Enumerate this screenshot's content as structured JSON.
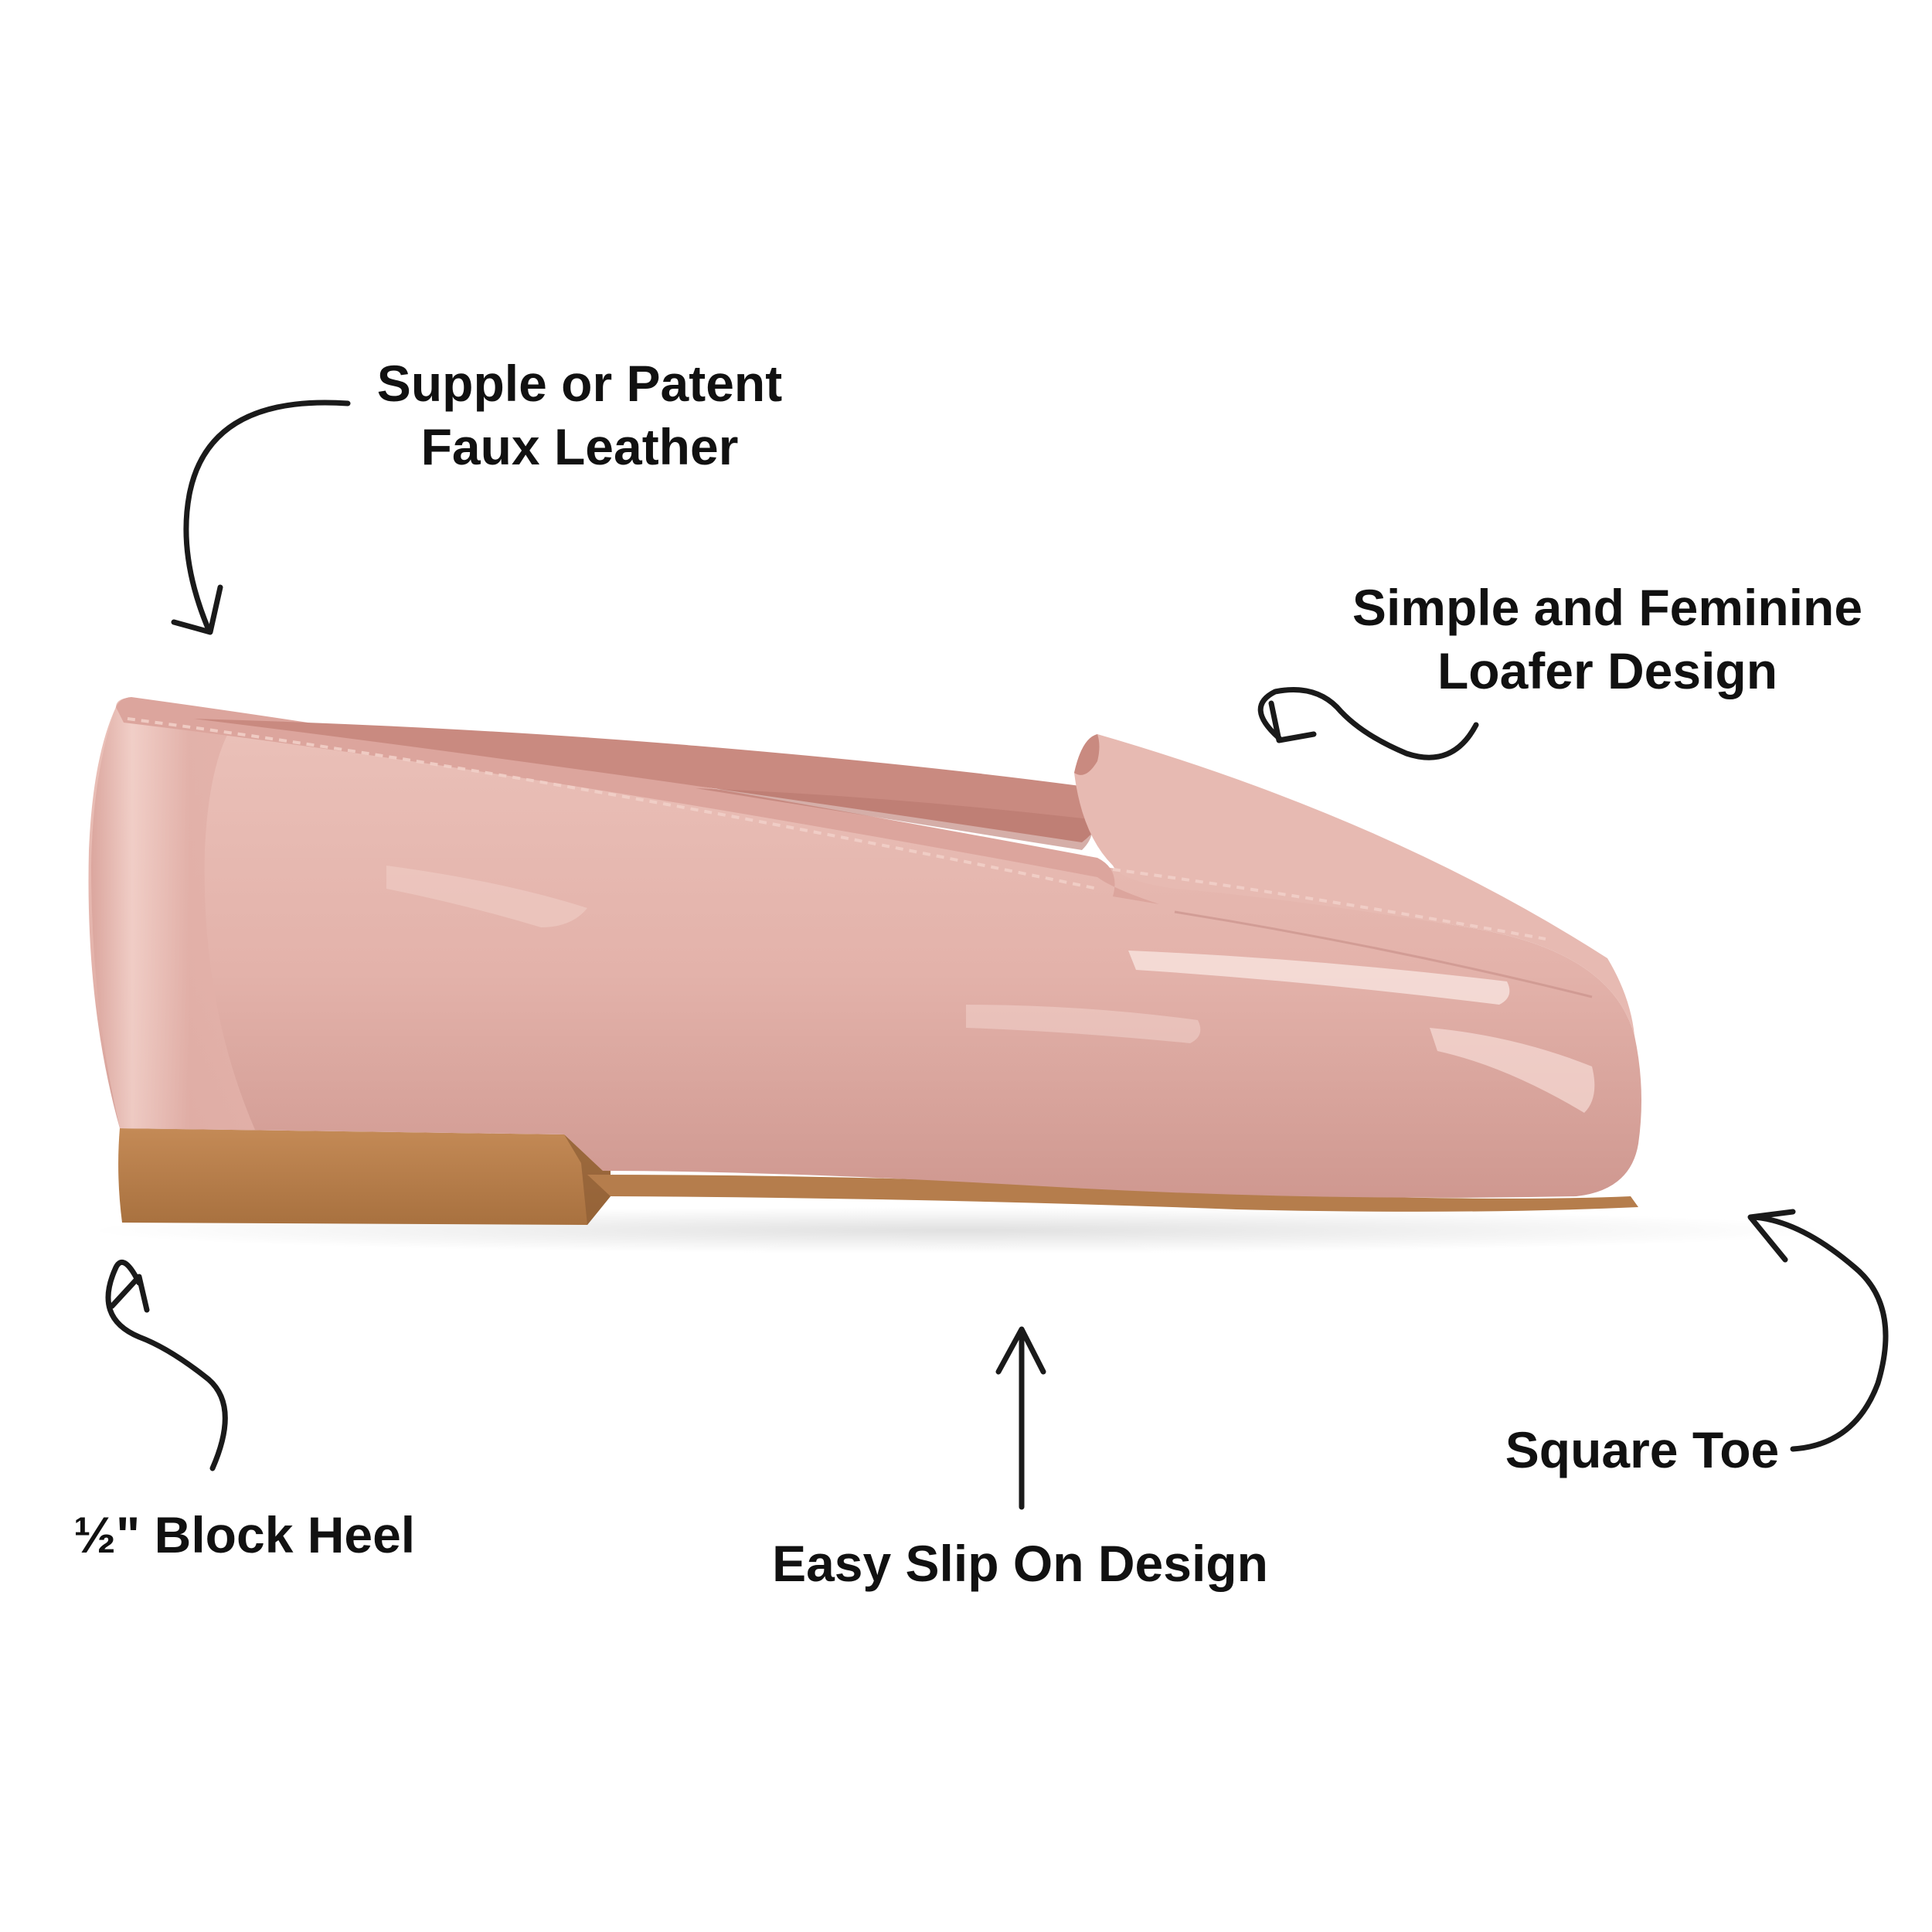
{
  "colors": {
    "background": "#ffffff",
    "text": "#111111",
    "arrow": "#1a1a1a",
    "shoe_upper": "#e3b2aa",
    "shoe_shadow": "#c88f87",
    "shoe_highlight": "#f6dcd6",
    "lining": "#c98a80",
    "sole": "#b77f4e",
    "sole_dark": "#8f5f35"
  },
  "callouts": {
    "material": {
      "line1": "Supple or Patent",
      "line2": "Faux Leather",
      "arrow_icon": "curved-arrow-down-icon"
    },
    "loafer": {
      "line1": "Simple and Feminine",
      "line2": "Loafer Design",
      "arrow_icon": "squiggle-arrow-left-icon"
    },
    "heel": {
      "text": "½\" Block Heel",
      "arrow_icon": "squiggle-arrow-up-icon"
    },
    "slip_on": {
      "text": "Easy Slip On Design",
      "arrow_icon": "straight-arrow-up-icon"
    },
    "toe": {
      "text": "Square Toe",
      "arrow_icon": "curved-arrow-up-left-icon"
    }
  },
  "product_image": {
    "subject": "pink patent loafer side view"
  }
}
